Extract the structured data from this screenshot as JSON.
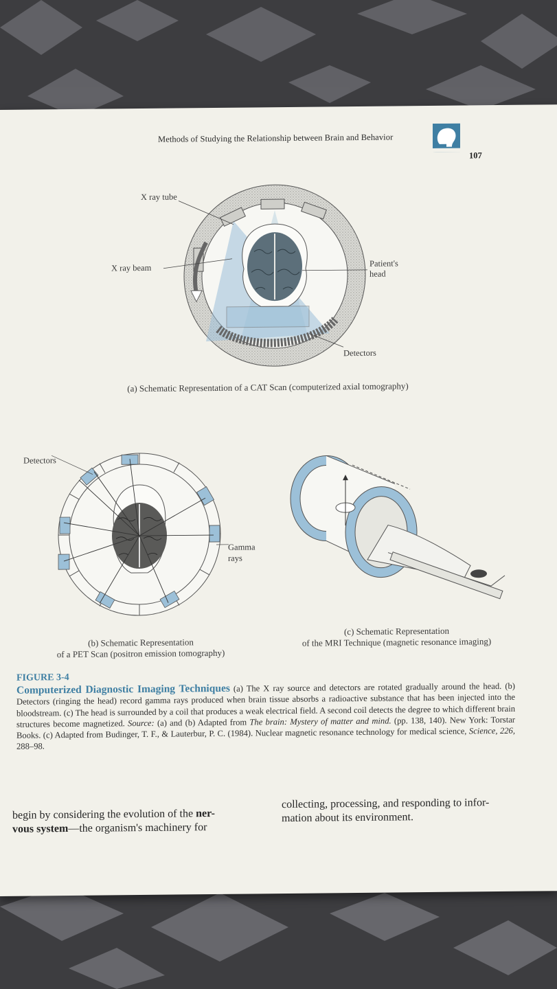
{
  "running_head": {
    "title": "Methods of Studying the Relationship between Brain and Behavior",
    "page_number": "107"
  },
  "figure_a": {
    "labels": {
      "xray_tube": "X ray tube",
      "xray_beam": "X ray beam",
      "patients_head_1": "Patient's",
      "patients_head_2": "head",
      "detectors": "Detectors"
    },
    "caption": "(a) Schematic Representation of a CAT Scan (computerized axial tomography)"
  },
  "figure_b": {
    "labels": {
      "detectors": "Detectors",
      "gamma_1": "Gamma",
      "gamma_2": "rays"
    },
    "caption_line1": "(b) Schematic Representation",
    "caption_line2": "of a PET Scan (positron emission tomography)"
  },
  "figure_c": {
    "caption_line1": "(c) Schematic Representation",
    "caption_line2": "of the MRI Technique (magnetic resonance imaging)"
  },
  "figure_caption": {
    "number": "FIGURE 3-4",
    "title": "Computerized Diagnostic Imaging Techniques",
    "text_1": " (a) The X ray source and detectors are rotated gradually around the head.  (b) Detectors (ringing the head) record gamma rays produced when brain tissue absorbs a radioactive substance that has been injected into the bloodstream.  (c) The head is surrounded by a coil that produces a weak electrical field.  A second coil detects the degree to which different brain structures become magnetized.  ",
    "source_label": "Source:",
    "source_1": " (a) and (b) Adapted from ",
    "book_title": "The brain: Mystery of matter and mind.",
    "source_2": " (pp. 138, 140).  New York: Torstar Books.  (c) Adapted from Budinger, T. F., & Lauterbur, P. C. (1984).  Nuclear magnetic resonance technology for medical science, ",
    "journal": "Science, 226,",
    "pages": " 288–98."
  },
  "body_text": {
    "left_1": "begin by considering the evolution of the ",
    "left_bold": "ner-",
    "left_bold_2": "vous system",
    "left_2": "—the organism's machinery for",
    "right_1": "collecting, processing, and responding to infor-",
    "right_2": "mation about its environment."
  },
  "colors": {
    "accent_blue": "#3f7fa3",
    "diagram_blue": "#9cc0d8",
    "page": "#f2f1ea"
  }
}
